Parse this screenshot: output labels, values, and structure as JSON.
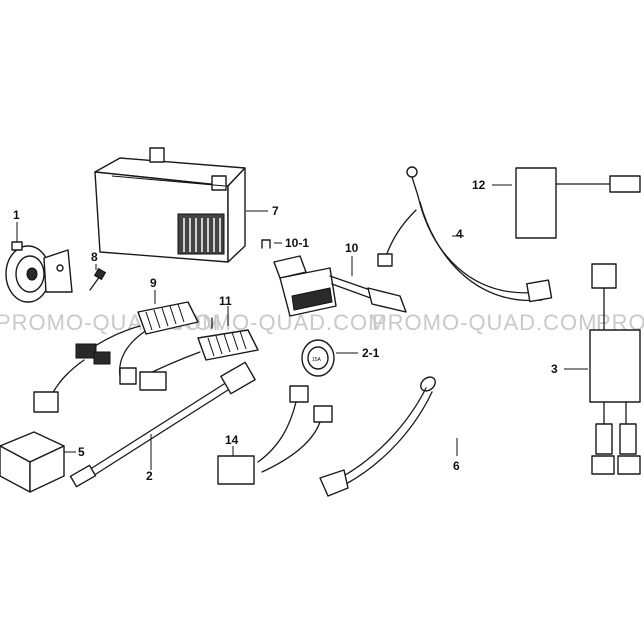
{
  "diagram": {
    "watermark_text": "PROMO-QUAD.COM",
    "callouts": {
      "c1": "1",
      "c2": "2",
      "c2_1": "2-1",
      "c3": "3",
      "c4": "4",
      "c5": "5",
      "c6": "6",
      "c7": "7",
      "c8": "8",
      "c9": "9",
      "c10": "10",
      "c10_1": "10-1",
      "c11": "11",
      "c12": "12",
      "c14": "14"
    }
  }
}
